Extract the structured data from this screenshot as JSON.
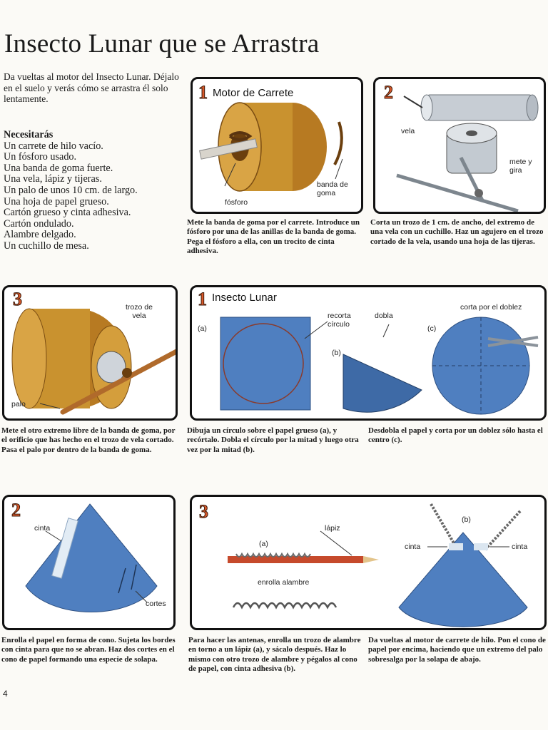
{
  "title": "Insecto Lunar que se Arrastra",
  "intro": "Da vueltas al motor del Insecto Lunar. Déjalo en el suelo y verás cómo se arrastra él solo lentamente.",
  "needs": {
    "heading": "Necesitarás",
    "items": [
      "Un carrete de hilo vacío.",
      "Un fósforo usado.",
      "Una banda de goma fuerte.",
      "Una vela, lápiz y tijeras.",
      "Un palo de unos 10 cm. de largo.",
      "Una hoja de papel grueso.",
      "Cartón grueso y cinta adhesiva.",
      "Cartón ondulado.",
      "Alambre delgado.",
      "Un cuchillo de mesa."
    ]
  },
  "panels": {
    "motor1": {
      "number": "1",
      "title": "Motor de Carrete",
      "labels": {
        "matchstick": "fósforo",
        "rubber_band": "banda de goma"
      },
      "caption": "Mete la banda de goma por el carrete. Introduce un fósforo por una de las anillas de la banda de goma. Pega el fósforo a ella, con un trocito de cinta adhesiva."
    },
    "motor2": {
      "number": "2",
      "labels": {
        "candle": "vela",
        "insert_turn": "mete y gira"
      },
      "caption": "Corta un trozo de 1 cm. de ancho, del extremo de una vela con un cuchillo. Haz un agujero en el trozo cortado de la vela, usando una hoja de las tijeras."
    },
    "motor3": {
      "number": "3",
      "labels": {
        "candle_piece": "trozo de vela",
        "stick": "palo"
      },
      "caption": "Mete el otro extremo libre de la banda de goma, por el orificio que has hecho en el trozo de vela cortado. Pasa el palo por dentro de la banda de goma."
    },
    "bug1": {
      "number": "1",
      "title": "Insecto Lunar",
      "labels": {
        "a": "(a)",
        "cut_circle": "recorta círculo",
        "fold": "dobla",
        "b": "(b)",
        "c": "(c)",
        "cut_fold": "corta por el doblez"
      },
      "caption_left": "Dibuja un círculo sobre el papel grueso (a), y recórtalo. Dobla el círculo por la mitad y luego otra vez por la mitad (b).",
      "caption_right": "Desdobla el papel y corta por un doblez sólo hasta el centro (c)."
    },
    "bug2": {
      "number": "2",
      "labels": {
        "tape": "cinta",
        "cuts": "cortes"
      },
      "caption": "Enrolla el papel en forma de cono. Sujeta los bordes con cinta para que no se abran. Haz dos cortes en el cono de papel formando una especie de solapa."
    },
    "bug3": {
      "number": "3",
      "labels": {
        "pencil": "lápiz",
        "a": "(a)",
        "wrap_wire": "enrolla alambre",
        "b": "(b)",
        "tape_left": "cinta",
        "tape_right": "cinta"
      },
      "caption_left": "Para hacer las antenas, enrolla un trozo de alambre en torno a un lápiz (a), y sácalo después. Haz lo mismo con otro trozo de alambre y pégalos al cono de papel, con cinta adhesiva (b).",
      "caption_right": "Da vueltas al motor de carrete de hilo. Pon el cono de papel por encima, haciendo que un extremo del palo sobresalga por la solapa de abajo."
    }
  },
  "page_number": "4",
  "colors": {
    "spool": "#c9922f",
    "paper": "#4f7fc0",
    "number": "#d9582a"
  }
}
